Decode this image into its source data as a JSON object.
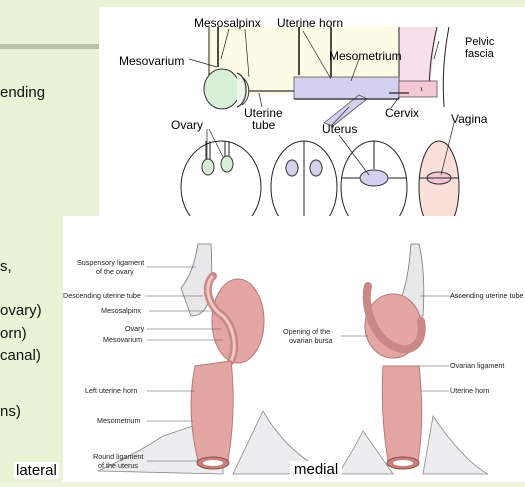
{
  "slide": {
    "left_text_fragments": [
      "ending",
      "s,",
      "ovary)",
      "orn)",
      "canal)",
      "ns)"
    ]
  },
  "top_diagram": {
    "labels": {
      "mesosalpinx": "Mesosalpinx",
      "uterine_horn": "Uterine horn",
      "mesovarium": "Mesovarium",
      "mesometrium": "Mesometrium",
      "pelvic_fascia": "Pelvic fascia",
      "ovary": "Ovary",
      "uterine_tube": "Uterine tube",
      "cervix": "Cervix",
      "uterus": "Uterus",
      "vagina": "Vagina"
    }
  },
  "bottom_diagram": {
    "left_labels": {
      "suspensory_ligament": "Suspensory ligament of the ovary",
      "descending_uterine_tube": "Descending uterine tube",
      "mesosalpinx": "Mesosalpinx",
      "ovary": "Ovary",
      "mesovarium": "Mesovarium",
      "left_uterine_horn": "Left uterine horn",
      "mesometrium": "Mesometrium",
      "round_ligament": "Round ligament of the uterus"
    },
    "right_labels": {
      "ascending_uterine_tube": "Ascending uterine tube",
      "opening_ovarian_bursa": "Opening of the ovarian bursa",
      "ovarian_ligament": "Ovarian ligament",
      "uterine_horn": "Uterine horn"
    },
    "captions": {
      "lateral": "lateral",
      "medial": "medial"
    }
  },
  "colors": {
    "slide_background": "#eaf3d6",
    "ovary_fill": "#d8f0d8",
    "uterus_fill": "#d6d0f0",
    "vagina_fill": "#f6c8d6",
    "pelvic_fascia_fill": "#f8e0ea",
    "organ_pink": "#e4a6a2"
  }
}
